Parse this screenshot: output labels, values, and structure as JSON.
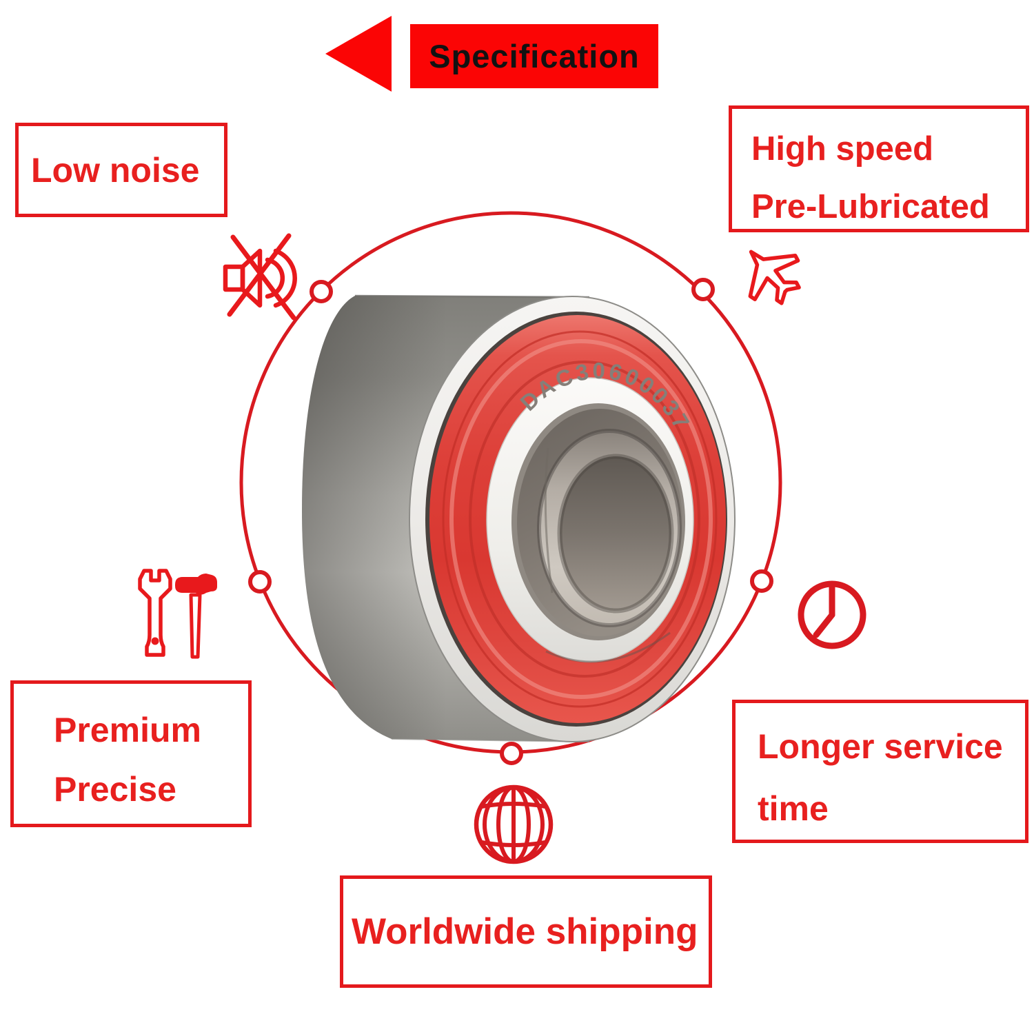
{
  "banner": {
    "label": "Specification",
    "arrow_icon": "left-arrow"
  },
  "features": {
    "low_noise": {
      "label": "Low noise",
      "icon": "muted-speaker"
    },
    "high_speed": {
      "line1": "High speed",
      "line2": "Pre-Lubricated",
      "icon": "airplane"
    },
    "premium": {
      "line1": "Premium",
      "line2": "Precise",
      "icon": "wrench-hammer"
    },
    "longer_service": {
      "line1": "Longer service",
      "line2": "time",
      "icon": "clock"
    },
    "worldwide": {
      "label": "Worldwide shipping",
      "icon": "globe"
    }
  },
  "product": {
    "code": "DAC30600037",
    "description": "wheel hub bearing with red seal"
  },
  "colors": {
    "accent_red": "#e8191c",
    "banner_red": "#fb0505",
    "banner_text": "#121212",
    "seal_red": "#dd3f38",
    "metal_light": "#c6c5c0",
    "metal_dark": "#807f7a"
  }
}
